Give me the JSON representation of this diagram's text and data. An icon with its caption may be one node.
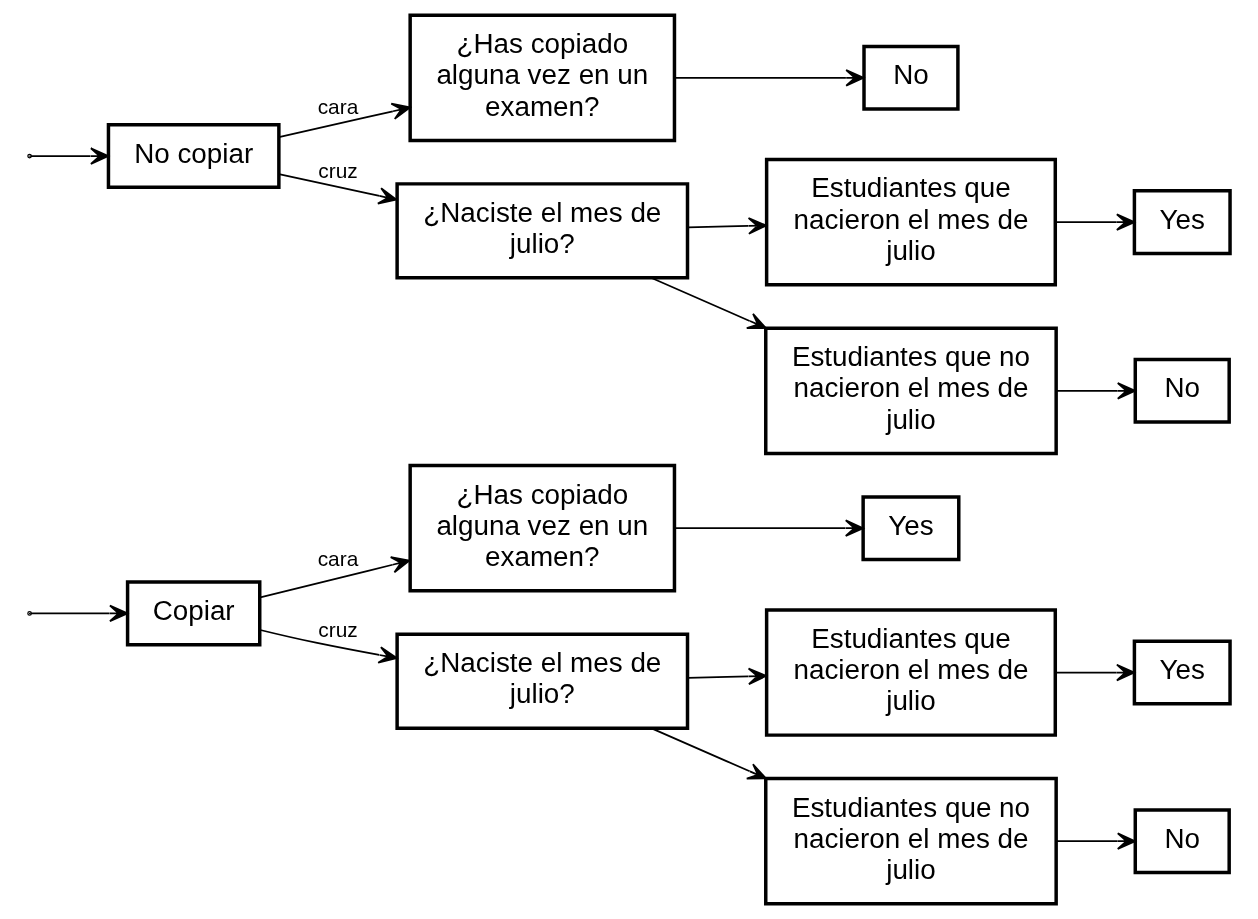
{
  "diagram": {
    "nodes": [
      {
        "text": [
          "Copiar"
        ]
      },
      {
        "text": [
          "¿Has copiado alguna vez en un examen?"
        ]
      },
      {
        "text": [
          "Yes"
        ]
      },
      {
        "text": [
          "¿Naciste el mes de julio?"
        ]
      },
      {
        "text": [
          "Estudiantes que nacieron el mes de julio"
        ]
      },
      {
        "text": [
          "Yes"
        ]
      },
      {
        "text": [
          "Estudiantes que no nacieron el mes de julio"
        ]
      },
      {
        "text": [
          "No"
        ]
      },
      {
        "text": [
          "No copiar"
        ]
      },
      {
        "text": [
          "¿Has copiado alguna vez en un examen?"
        ]
      },
      {
        "text": [
          "No"
        ]
      },
      {
        "text": [
          "¿Naciste el mes de julio?"
        ]
      },
      {
        "text": [
          "Estudiantes que nacieron el mes de julio"
        ]
      },
      {
        "text": [
          "Yes"
        ]
      },
      {
        "text": [
          "Estudiantes que no nacieron el mes de julio"
        ]
      },
      {
        "text": [
          "No"
        ]
      }
    ],
    "edges": [
      {
        "from": null,
        "to": 0,
        "arrow": "to"
      },
      {
        "from": null,
        "to": 8,
        "arrow": "to"
      },
      {
        "from": 0,
        "to": 1,
        "arrow": "to",
        "label": "cara"
      },
      {
        "from": 0,
        "to": 3,
        "arrow": "to",
        "label": "cruz"
      },
      {
        "from": 1,
        "to": 2,
        "arrow": "to"
      },
      {
        "from": 3,
        "to": 4,
        "arrow": "to"
      },
      {
        "from": 3,
        "to": 6,
        "arrow": "to"
      },
      {
        "from": 4,
        "to": 5,
        "arrow": "to"
      },
      {
        "from": 6,
        "to": 7,
        "arrow": "to"
      },
      {
        "from": 8,
        "to": 9,
        "arrow": "to",
        "label": "cara"
      },
      {
        "from": 8,
        "to": 11,
        "arrow": "to",
        "label": "cruz"
      },
      {
        "from": 9,
        "to": 10,
        "arrow": "to"
      },
      {
        "from": 11,
        "to": 12,
        "arrow": "to"
      },
      {
        "from": 11,
        "to": 14,
        "arrow": "to"
      },
      {
        "from": 12,
        "to": 13,
        "arrow": "to"
      },
      {
        "from": 14,
        "to": 15,
        "arrow": "to"
      }
    ]
  }
}
